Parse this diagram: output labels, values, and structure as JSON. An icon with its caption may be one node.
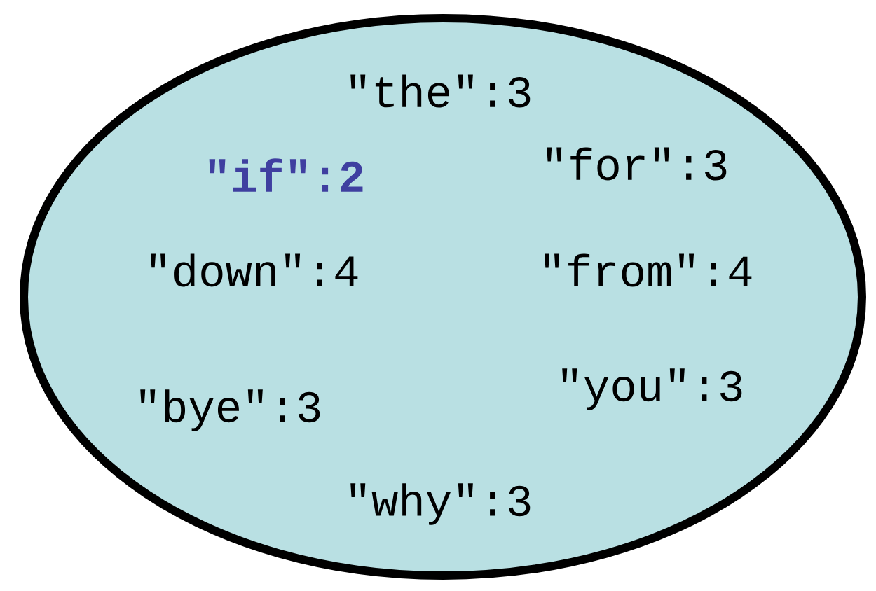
{
  "diagram": {
    "nodes": [
      {
        "text": [
          "\"the\":3",
          "\"if\":2",
          "\"for\":3",
          "\"down\":4",
          "\"from\":4",
          "\"bye\":3",
          "\"you\":3",
          "\"why\":3"
        ]
      }
    ]
  }
}
